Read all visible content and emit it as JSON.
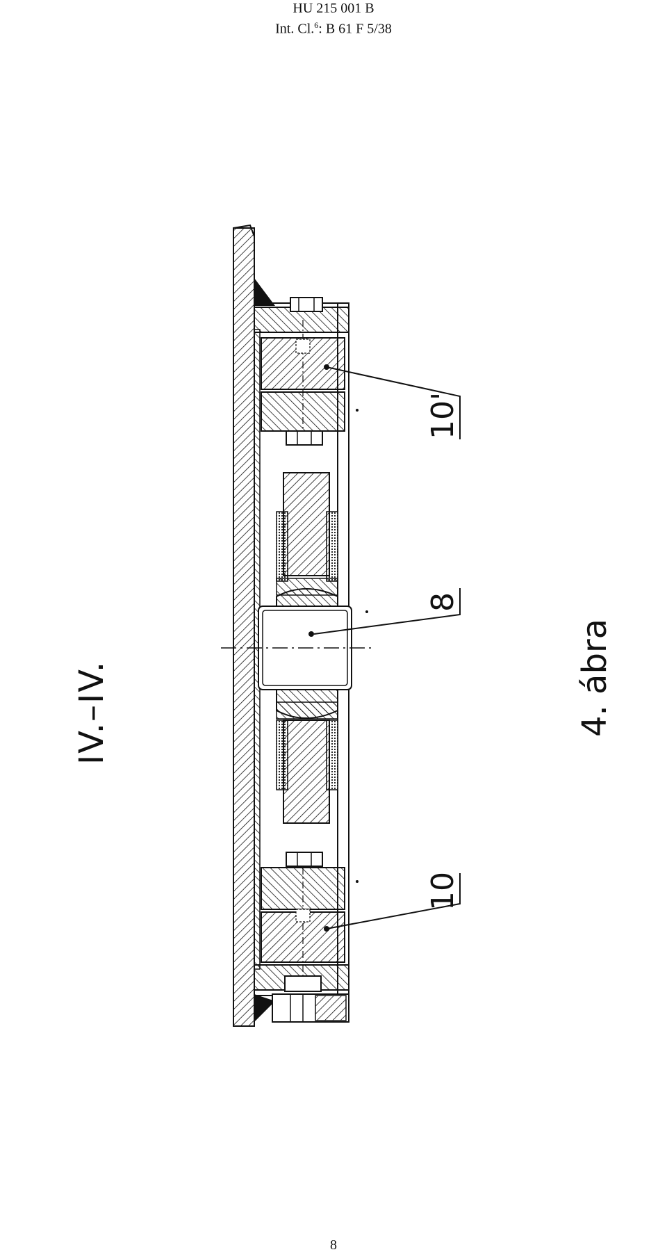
{
  "header": {
    "doc_number": "HU 215 001 B",
    "class_prefix": "Int. Cl.",
    "class_sup": "6",
    "class_rest": ": B 61 F  5/38"
  },
  "drawing": {
    "section_label": "IV.–IV.",
    "figure_label": "4. ábra",
    "ref_10prime": "10'",
    "ref_8": "8",
    "ref_10": "10"
  },
  "footer": {
    "page_number": "8"
  },
  "colors": {
    "ink": "#111111",
    "paper": "#ffffff"
  }
}
